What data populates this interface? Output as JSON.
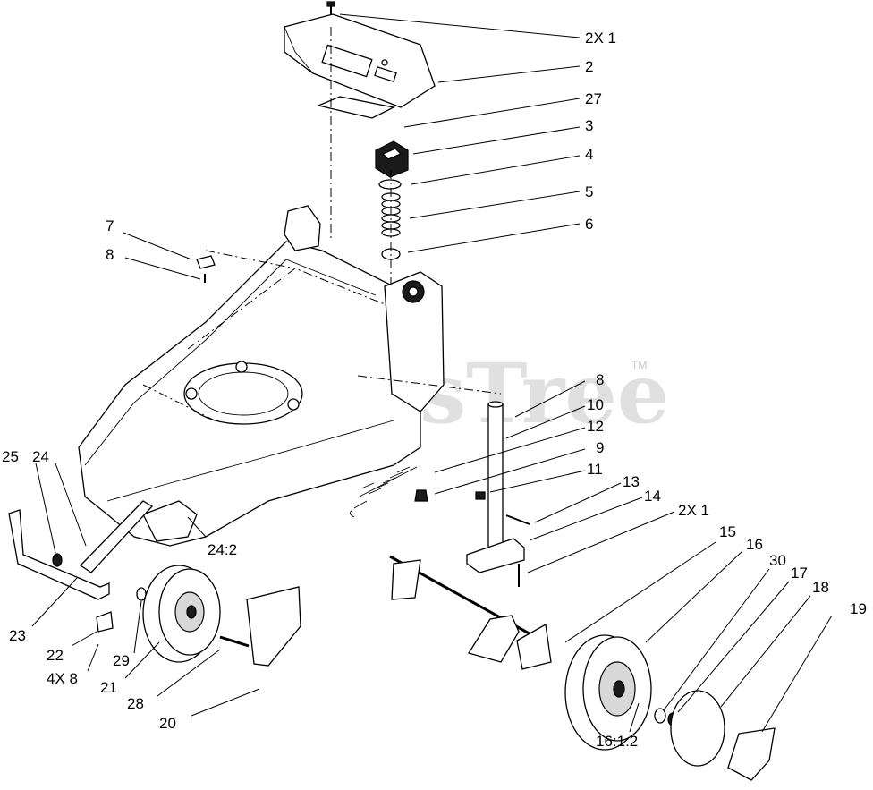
{
  "watermark": {
    "text": "PartsTree",
    "tm": "TM"
  },
  "callouts": {
    "c_2x1_top": "2X 1",
    "c_2": "2",
    "c_27": "27",
    "c_3": "3",
    "c_4": "4",
    "c_5": "5",
    "c_6": "6",
    "c_7": "7",
    "c_8_left": "8",
    "c_8_right": "8",
    "c_10": "10",
    "c_12": "12",
    "c_9": "9",
    "c_11": "11",
    "c_13": "13",
    "c_14": "14",
    "c_2x1_right": "2X 1",
    "c_15": "15",
    "c_16": "16",
    "c_30": "30",
    "c_17": "17",
    "c_18": "18",
    "c_19": "19",
    "c_16_1_2": "16:1:2",
    "c_25": "25",
    "c_24": "24",
    "c_24_2": "24:2",
    "c_23": "23",
    "c_22": "22",
    "c_4x8": "4X 8",
    "c_29": "29",
    "c_21": "21",
    "c_28": "28",
    "c_20": "20"
  }
}
